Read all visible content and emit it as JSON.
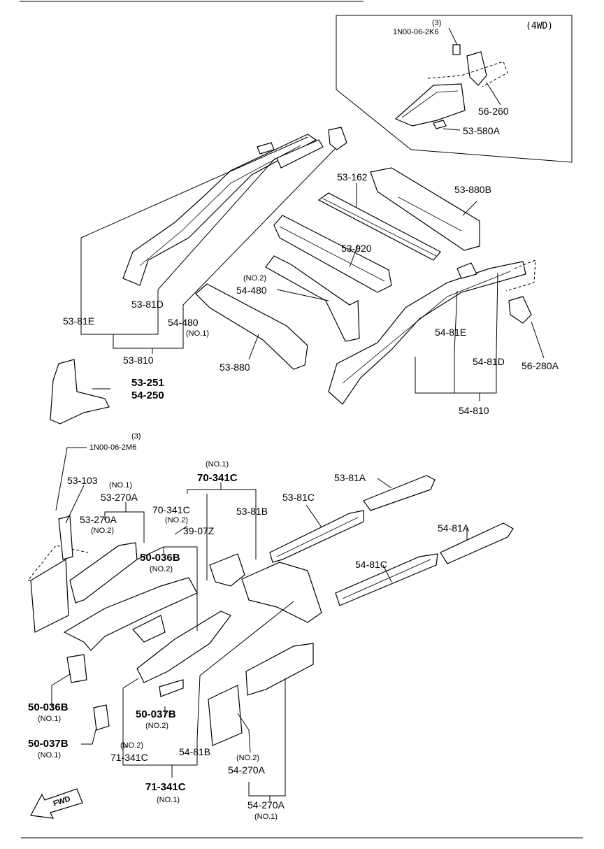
{
  "inset": {
    "label": "(4WD)"
  },
  "labels": {
    "p1n0062k6_qty": "(3)",
    "p1n0062k6": "1N00-06-2K6",
    "p56260": "56-260",
    "p53580a": "53-580A",
    "p53162": "53-162",
    "p53880b": "53-880B",
    "p53920": "53-920",
    "p54480_no2": "(NO.2)",
    "p54480_top": "54-480",
    "p5381e": "53-81E",
    "p5381d": "53-81D",
    "p54480_bot": "54-480",
    "p54480_no1": "(NO.1)",
    "p53810": "53-810",
    "p53880": "53-880",
    "p5481e": "54-81E",
    "p5481d": "54-81D",
    "p56280a": "56-280A",
    "p54810": "54-810",
    "p53251": "53-251",
    "p54250": "54-250",
    "p1n0062m6_qty": "(3)",
    "p1n0062m6": "1N00-06-2M6",
    "p53103": "53-103",
    "p53270a_no1": "(NO.1)",
    "p53270a_top": "53-270A",
    "p70341c_no1": "(NO.1)",
    "p70341c_top": "70-341C",
    "p70341c_mid": "70-341C",
    "p70341c_no2": "(NO.2)",
    "p3907z": "39-07Z",
    "p53270a_mid": "53-270A",
    "p53270a_no2": "(NO.2)",
    "p50036b_top": "50-036B",
    "p50036b_no2": "(NO.2)",
    "p5381c": "53-81C",
    "p5381a": "53-81A",
    "p5381b": "53-81B",
    "p5481a": "54-81A",
    "p5481c": "54-81C",
    "p50036b_bot": "50-036B",
    "p50036b_no1": "(NO.1)",
    "p50037b_top": "50-037B",
    "p50037b_no2": "(NO.2)",
    "p50037b_bot": "50-037B",
    "p50037b_no1": "(NO.1)",
    "p71341c_no2": "(NO.2)",
    "p71341c_mid": "71-341C",
    "p5481b": "54-81B",
    "p54270a_no2": "(NO.2)",
    "p54270a_mid": "54-270A",
    "p71341c_bot": "71-341C",
    "p71341c_no1": "(NO.1)",
    "p54270a_bot": "54-270A",
    "p54270a_no1": "(NO.1)",
    "fwd": "FWD"
  }
}
